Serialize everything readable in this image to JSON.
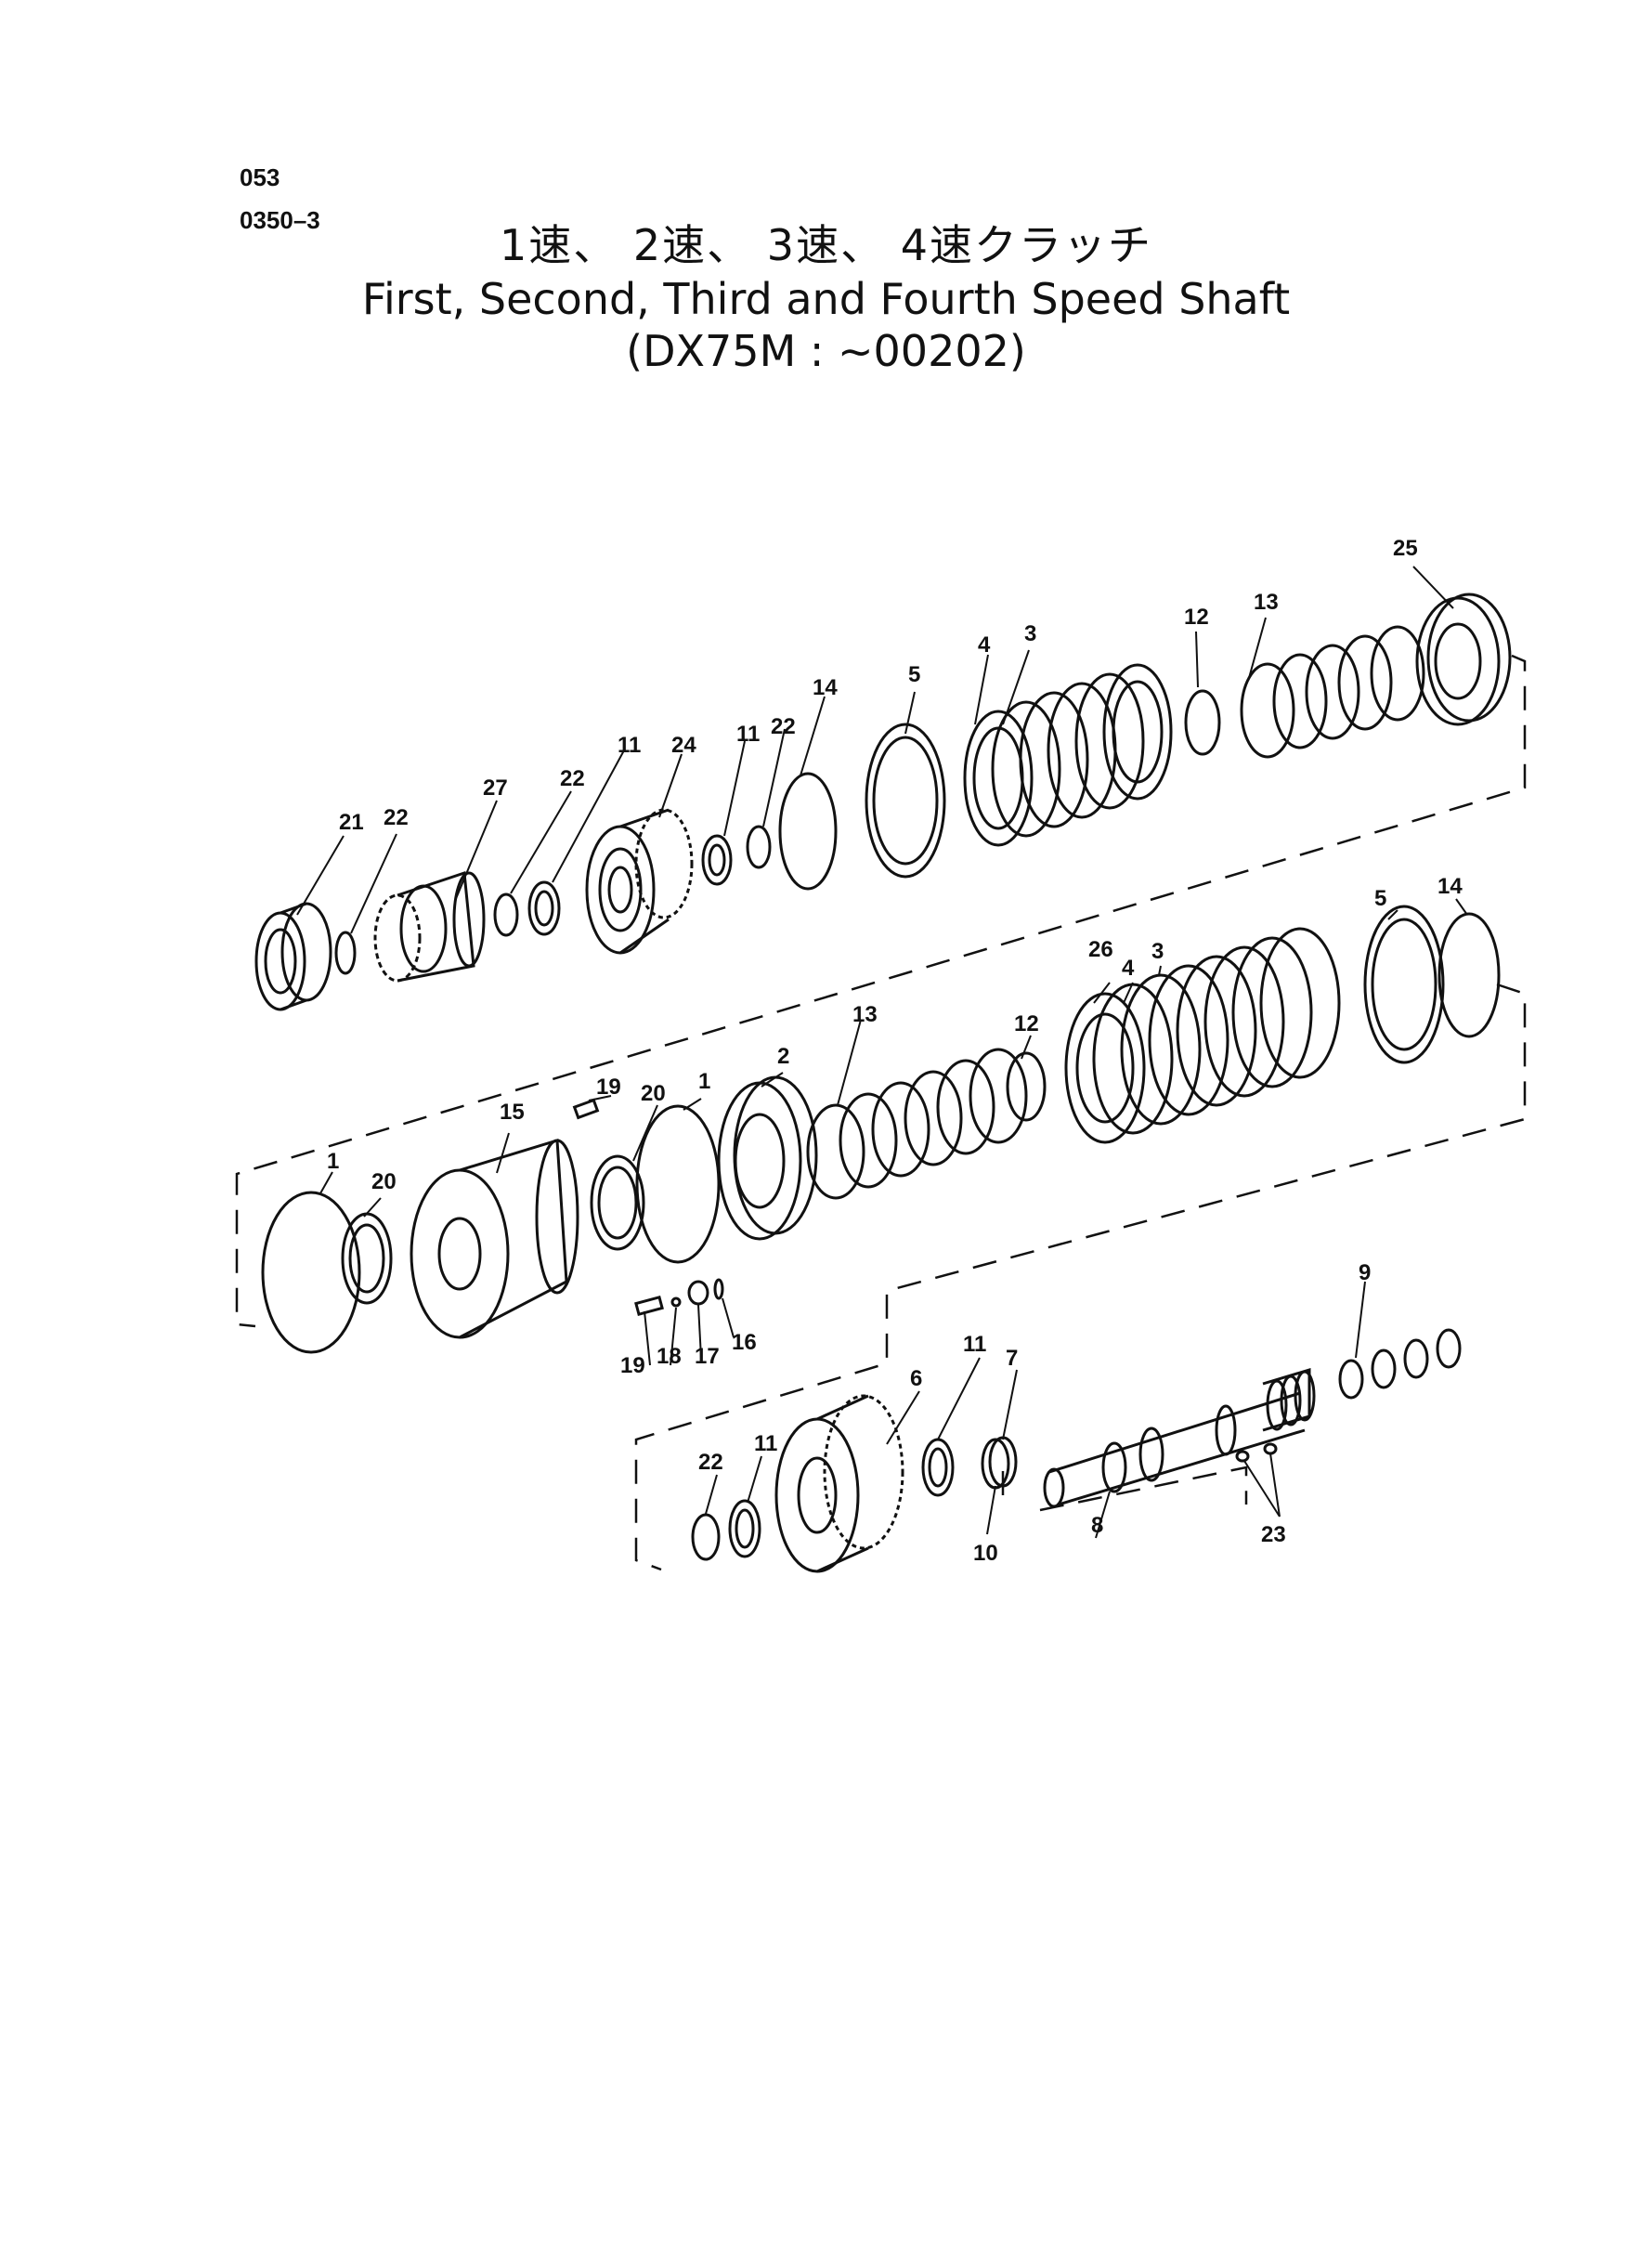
{
  "header": {
    "page_number": "053",
    "ref_number": "0350–3"
  },
  "title": {
    "japanese": "1速、 2速、 3速、 4速クラッチ",
    "english": "First, Second, Third and Fourth Speed Shaft",
    "model": "(DX75M : ~00202)"
  },
  "callouts": [
    "25",
    "13",
    "12",
    "3",
    "4",
    "5",
    "14",
    "22",
    "11",
    "24",
    "11",
    "22",
    "27",
    "21",
    "22",
    "14",
    "5",
    "3",
    "4",
    "26",
    "12",
    "13",
    "2",
    "1",
    "20",
    "19",
    "15",
    "20",
    "1",
    "19",
    "18",
    "17",
    "16",
    "9",
    "11",
    "7",
    "6",
    "11",
    "22",
    "10",
    "8",
    "23"
  ]
}
